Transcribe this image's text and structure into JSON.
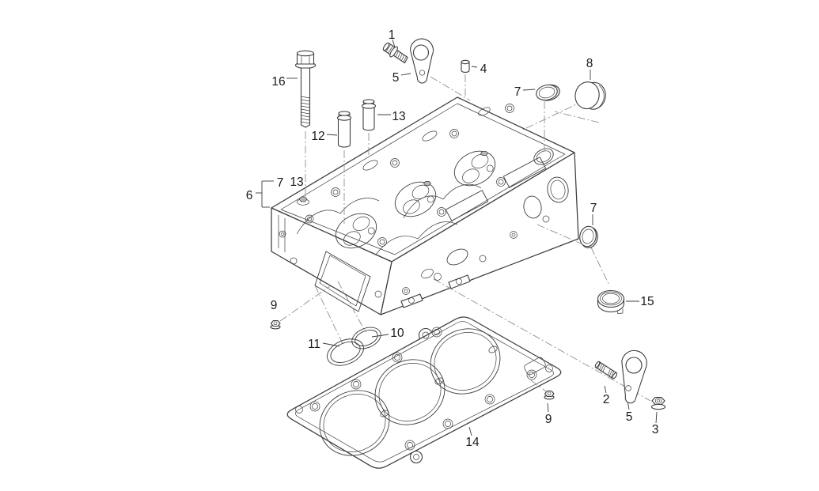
{
  "colors": {
    "line": "#3d3d3d",
    "centerline": "#8f8f8f",
    "label": "#1a1a1a",
    "background": "#ffffff",
    "shade": "#b9b9b9"
  },
  "callouts": {
    "c1": "1",
    "c2": "2",
    "c3": "3",
    "c4": "4",
    "c5_top": "5",
    "c5_bottom": "5",
    "c6": "6",
    "c7_top": "7",
    "c7_bracket": "7",
    "c7_side": "7",
    "c8": "8",
    "c9_left": "9",
    "c9_right": "9",
    "c10": "10",
    "c11": "11",
    "c12": "12",
    "c13_top": "13",
    "c13_bracket": "13",
    "c14": "14",
    "c15": "15",
    "c16": "16"
  }
}
